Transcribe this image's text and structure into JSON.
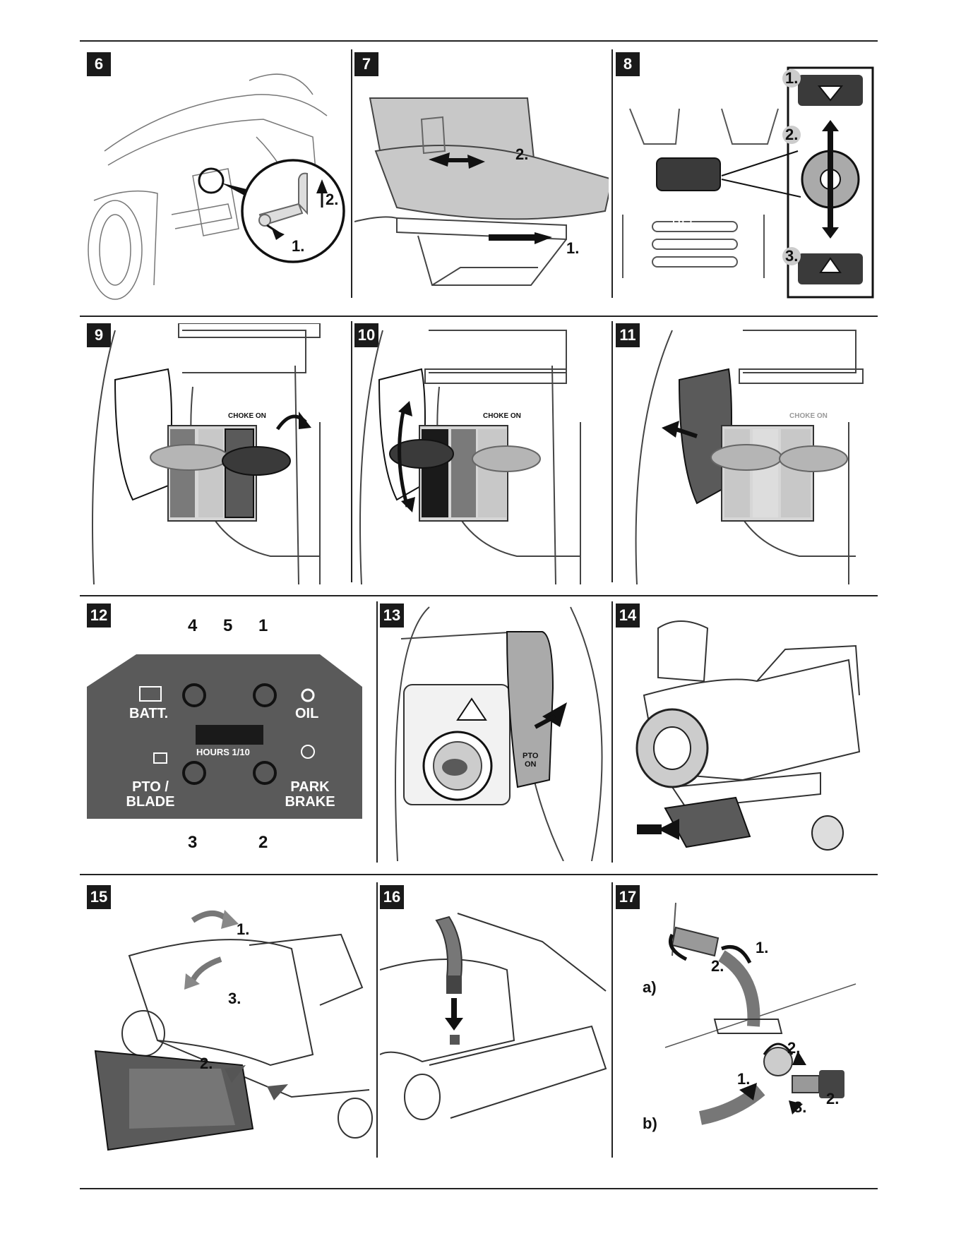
{
  "colors": {
    "ink": "#1a1a1a",
    "dash": "#5a5a5a",
    "mid": "#8a8a8a",
    "light": "#c8c8c8"
  },
  "figures": [
    {
      "number": "6",
      "steps": [
        "1.",
        "2."
      ]
    },
    {
      "number": "7",
      "steps": [
        "1.",
        "2."
      ]
    },
    {
      "number": "8",
      "steps": [
        "1.",
        "2.",
        "3."
      ],
      "tilt_label": "TILT"
    },
    {
      "number": "9",
      "choke_label": "CHOKE  ON"
    },
    {
      "number": "10",
      "choke_label": "CHOKE  ON"
    },
    {
      "number": "11",
      "choke_label": "CHOKE  ON"
    },
    {
      "number": "12",
      "callouts": [
        "4",
        "5",
        "1",
        "3",
        "2"
      ],
      "batt": "BATT.",
      "oil": "OIL",
      "hours": "HOURS 1/10",
      "pto_blade": [
        "PTO /",
        "BLADE"
      ],
      "park_brake": [
        "PARK",
        "BRAKE"
      ]
    },
    {
      "number": "13",
      "pto_on": [
        "PTO",
        "ON"
      ]
    },
    {
      "number": "14"
    },
    {
      "number": "15",
      "steps": [
        "1.",
        "2.",
        "3."
      ]
    },
    {
      "number": "16"
    },
    {
      "number": "17",
      "steps": [
        "1.",
        "2.",
        "1.",
        "2.",
        "2.",
        "3."
      ],
      "sub": [
        "a)",
        "b)"
      ]
    }
  ]
}
